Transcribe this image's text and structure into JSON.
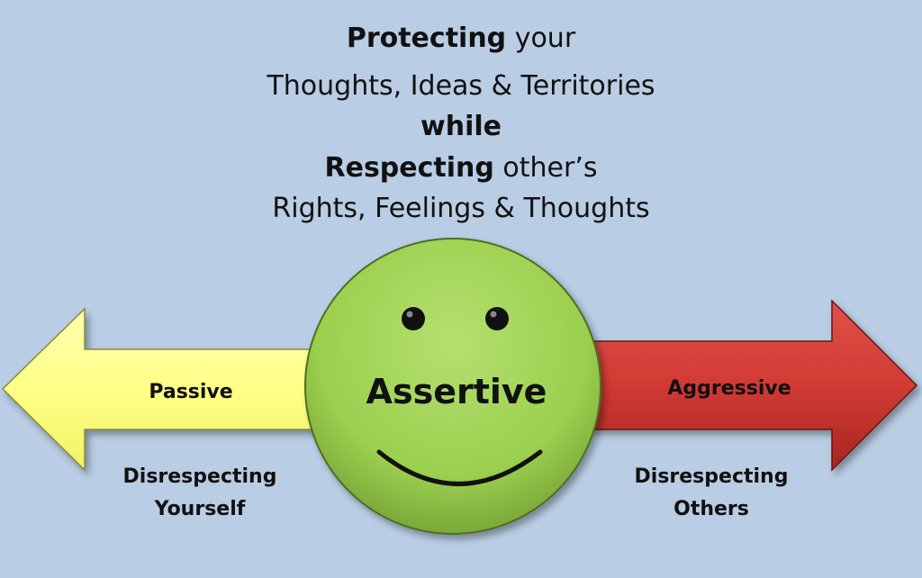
{
  "headline": {
    "line1_bold": "Protecting",
    "line1_rest": " your",
    "line2": "Thoughts, Ideas & Territories",
    "line3_bold": "while",
    "line4_bold": "Respecting",
    "line4_rest": " other’s",
    "line5": "Rights, Feelings & Thoughts"
  },
  "passive": {
    "label": "Passive",
    "desc_line1": "Disrespecting",
    "desc_line2": "Yourself",
    "color": "#ffff88"
  },
  "assertive": {
    "label": "Assertive",
    "color": "#9bcf4e"
  },
  "aggressive": {
    "label": "Aggressive",
    "desc_line1": "Disrespecting",
    "desc_line2": "Others",
    "color": "#d23a33"
  },
  "background_color": "#b9cde4"
}
